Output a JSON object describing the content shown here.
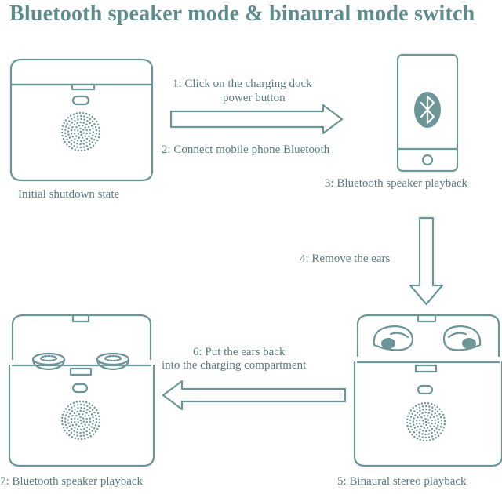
{
  "title": "Bluetooth speaker mode & binaural mode switch",
  "steps": {
    "initial": "Initial shutdown state",
    "step1_line1": "1: Click on the charging dock",
    "step1_line2": "power button",
    "step2": "2: Connect mobile phone Bluetooth",
    "step3": "3: Bluetooth speaker playback",
    "step4": "4: Remove the ears",
    "step5": "5: Binaural stereo playback",
    "step6_line1": "6: Put the ears back",
    "step6_line2": "into the charging compartment",
    "step7": "7: Bluetooth speaker playback"
  },
  "colors": {
    "stroke": "#6b9597",
    "text": "#5b7c7e",
    "title": "#5e8c8e"
  }
}
